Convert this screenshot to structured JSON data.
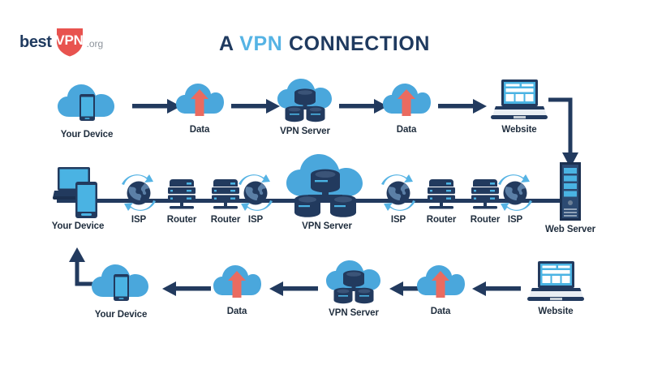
{
  "brand": {
    "word_mark_1": "best",
    "word_mark_2": "VPN",
    "word_mark_3": ".org",
    "shield_color": "#e8534f"
  },
  "title": {
    "part_1": "A ",
    "highlight": "VPN",
    "part_2": " CONNECTION",
    "full": "A VPN CONNECTION"
  },
  "colors": {
    "navy": "#1f3a5f",
    "dark_navy": "#223a5e",
    "cloud_blue": "#4aa7dc",
    "light_blue": "#55b3e4",
    "screen_blue": "#4ab3e3",
    "red": "#ea6b60",
    "text": "#1f2d3d",
    "background": "#ffffff"
  },
  "rows": {
    "top": {
      "name": "outbound-flow",
      "direction": "left-to-right",
      "nodes": [
        {
          "label": "Your Device",
          "icon": "cloud-phone-icon"
        },
        {
          "label": "Data",
          "icon": "cloud-uparrow-icon"
        },
        {
          "label": "VPN Server",
          "icon": "cloud-database-icon"
        },
        {
          "label": "Data",
          "icon": "cloud-uparrow-icon"
        },
        {
          "label": "Website",
          "icon": "laptop-icon"
        }
      ]
    },
    "middle": {
      "name": "network-path",
      "direction": "bidirectional",
      "nodes": [
        {
          "label": "Your Device",
          "icon": "laptop-phone-icon"
        },
        {
          "label": "ISP",
          "icon": "globe-sync-icon"
        },
        {
          "label": "Router",
          "icon": "router-icon"
        },
        {
          "label": "Router",
          "icon": "router-icon"
        },
        {
          "label": "ISP",
          "icon": "globe-sync-icon"
        },
        {
          "label": "VPN Server",
          "icon": "cloud-database-large-icon"
        },
        {
          "label": "ISP",
          "icon": "globe-sync-icon"
        },
        {
          "label": "Router",
          "icon": "router-icon"
        },
        {
          "label": "Router",
          "icon": "router-icon"
        },
        {
          "label": "ISP",
          "icon": "globe-sync-icon"
        },
        {
          "label": "Web Server",
          "icon": "server-tower-icon"
        }
      ]
    },
    "bottom": {
      "name": "inbound-flow",
      "direction": "right-to-left",
      "nodes": [
        {
          "label": "Your Device",
          "icon": "cloud-phone-icon"
        },
        {
          "label": "Data",
          "icon": "cloud-uparrow-icon"
        },
        {
          "label": "VPN Server",
          "icon": "cloud-database-icon"
        },
        {
          "label": "Data",
          "icon": "cloud-uparrow-icon"
        },
        {
          "label": "Website",
          "icon": "laptop-icon"
        }
      ]
    }
  }
}
